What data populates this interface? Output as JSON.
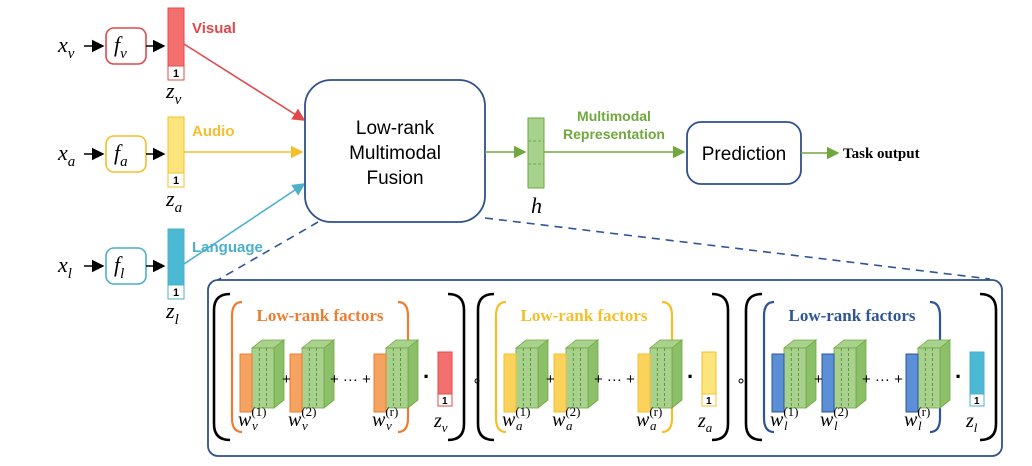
{
  "colors": {
    "visual": "#e0484c",
    "audio": "#f5bf2b",
    "language": "#4bb0c8",
    "green": "#70a83e",
    "box_blue": "#2f4f8f",
    "factor_orange": "#ed7d31",
    "factor_yellow": "#f5bf2b",
    "factor_blue": "#2f5597"
  },
  "inputs": [
    {
      "var": "x",
      "sub": "v",
      "func_sub": "v",
      "label": "Visual",
      "vec_mark": "1",
      "z_sub": "v"
    },
    {
      "var": "x",
      "sub": "a",
      "func_sub": "a",
      "label": "Audio",
      "vec_mark": "1",
      "z_sub": "a"
    },
    {
      "var": "x",
      "sub": "l",
      "func_sub": "l",
      "label": "Language",
      "vec_mark": "1",
      "z_sub": "l"
    }
  ],
  "func_letter": "f",
  "z_letter": "z",
  "fusion": {
    "line1": "Low-rank",
    "line2": "Multimodal",
    "line3": "Fusion"
  },
  "hidden": {
    "label": "h"
  },
  "representation": {
    "line1": "Multimodal",
    "line2": "Representation"
  },
  "prediction": {
    "label": "Prediction"
  },
  "task_output": {
    "label": "Task output"
  },
  "factor_groups": [
    {
      "title": "Low-rank factors",
      "w_sub": "v",
      "z_sub": "v",
      "mark": "1"
    },
    {
      "title": "Low-rank factors",
      "w_sub": "a",
      "z_sub": "a",
      "mark": "1"
    },
    {
      "title": "Low-rank factors",
      "w_sub": "l",
      "z_sub": "l",
      "mark": "1"
    }
  ],
  "w_letter": "w",
  "w_superscripts": [
    "(1)",
    "(2)",
    "(r)"
  ],
  "operators": {
    "plus": "+",
    "plus_dots": "+ ··· +",
    "dot": "·",
    "hadamard": "∘"
  }
}
